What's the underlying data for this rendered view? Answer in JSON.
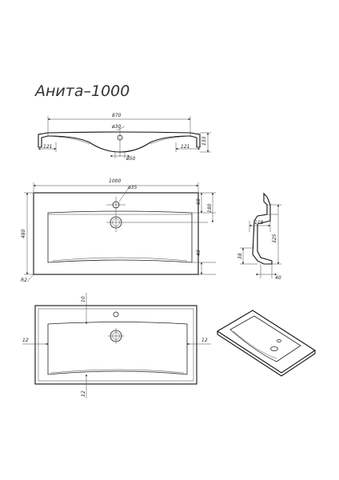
{
  "title": "Анита–1000",
  "front_view": {
    "width": "870",
    "hole_top": "ø30",
    "hole_bottom": "ø50",
    "side_left": "121",
    "side_right": "121",
    "height": "133"
  },
  "top_view": {
    "width": "1000",
    "hole": "ø35",
    "depth": "480",
    "offset_top": "60",
    "offset_inner": "180",
    "offset_bottom": "40",
    "radius": "R2"
  },
  "side_view": {
    "depth": "118",
    "height": "325",
    "wall": "38",
    "front": "40"
  },
  "bottom_view": {
    "top_gap": "10",
    "left_gap": "12",
    "right_gap": "12",
    "bottom_gap": "12"
  }
}
